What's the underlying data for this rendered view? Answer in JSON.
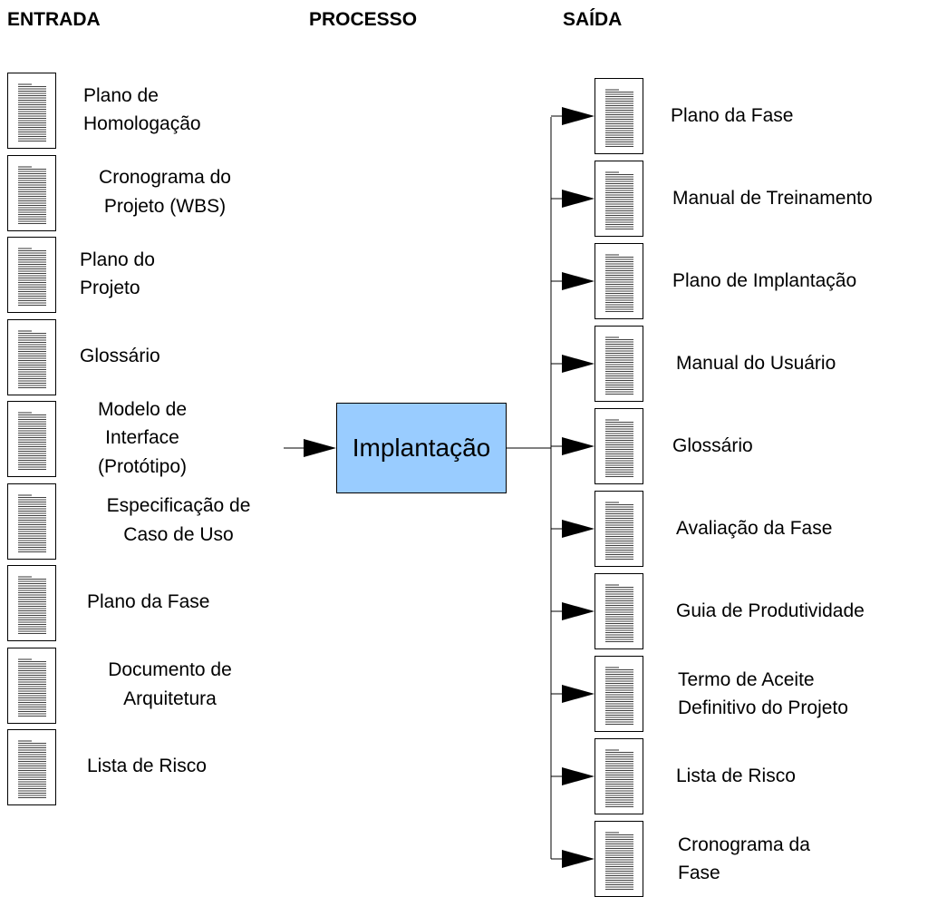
{
  "headers": {
    "input": "ENTRADA",
    "process": "PROCESSO",
    "output": "SAÍDA"
  },
  "process": {
    "label": "Implantação",
    "color": "#99ccff"
  },
  "inputs": [
    {
      "label": "Plano de\nHomologação"
    },
    {
      "label": "Cronograma do\nProjeto (WBS)"
    },
    {
      "label": "Plano do\nProjeto"
    },
    {
      "label": "Glossário"
    },
    {
      "label": "Modelo de\nInterface\n(Protótipo)"
    },
    {
      "label": "Especificação de\nCaso de Uso"
    },
    {
      "label": "Plano da Fase"
    },
    {
      "label": "Documento de\nArquitetura"
    },
    {
      "label": "Lista de Risco"
    }
  ],
  "outputs": [
    {
      "label": "Plano da Fase"
    },
    {
      "label": "Manual de Treinamento"
    },
    {
      "label": "Plano de Implantação"
    },
    {
      "label": "Manual do Usuário"
    },
    {
      "label": "Glossário"
    },
    {
      "label": "Avaliação da Fase"
    },
    {
      "label": "Guia de Produtividade"
    },
    {
      "label": "Termo de Aceite\nDefinitivo do Projeto"
    },
    {
      "label": "Lista de Risco"
    },
    {
      "label": "Cronograma da\nFase"
    }
  ],
  "icons": {
    "document": "document-icon",
    "arrow": "arrow-head-icon"
  }
}
